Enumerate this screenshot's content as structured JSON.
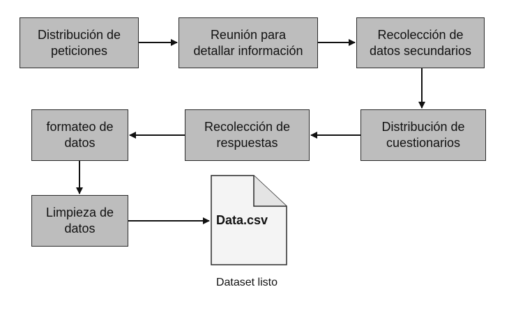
{
  "steps": {
    "distribucion_peticiones": {
      "line1": "Distribución de",
      "line2": "peticiones"
    },
    "reunion": {
      "line1": "Reunión para",
      "line2": "detallar información"
    },
    "recoleccion_secundarios": {
      "line1": "Recolección de",
      "line2": "datos secundarios"
    },
    "distribucion_cuestionarios": {
      "line1": "Distribución de",
      "line2": "cuestionarios"
    },
    "recoleccion_respuestas": {
      "line1": "Recolección de",
      "line2": "respuestas"
    },
    "formateo": {
      "line1": "formateo de",
      "line2": "datos"
    },
    "limpieza": {
      "line1": "Limpieza de",
      "line2": "datos"
    }
  },
  "output": {
    "file_name": "Data.csv",
    "caption": "Dataset listo"
  },
  "colors": {
    "box_fill": "#bdbdbd",
    "box_border": "#2a2a2a",
    "doc_fill": "#f4f4f4",
    "arrow": "#111111"
  },
  "icons": {
    "output_document": "document-icon"
  }
}
